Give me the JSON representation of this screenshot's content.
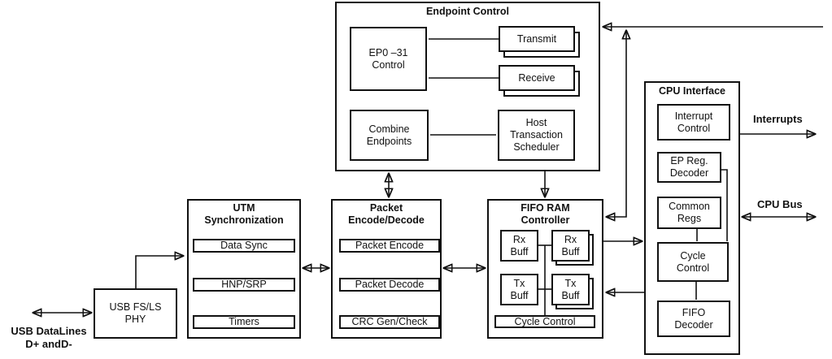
{
  "colors": {
    "ink": "#111111",
    "background": "#ffffff"
  },
  "blocks": {
    "endpoint_control": {
      "title": "Endpoint Control",
      "ep0_control": "EP0 –31\nControl",
      "transmit": "Transmit",
      "receive": "Receive",
      "combine_endpoints": "Combine\nEndpoints",
      "host_transaction_scheduler": "Host\nTransaction\nScheduler"
    },
    "cpu_interface": {
      "title": "CPU Interface",
      "interrupt_control": "Interrupt\nControl",
      "ep_reg_decoder": "EP Reg.\nDecoder",
      "common_regs": "Common\nRegs",
      "cycle_control": "Cycle\nControl",
      "fifo_decoder": "FIFO\nDecoder"
    },
    "utm_synchronization": {
      "title": "UTM\nSynchronization",
      "data_sync": "Data Sync",
      "hnp_srp": "HNP/SRP",
      "timers": "Timers"
    },
    "packet_encode_decode": {
      "title": "Packet\nEncode/Decode",
      "packet_encode": "Packet Encode",
      "packet_decode": "Packet Decode",
      "crc_gen_check": "CRC Gen/Check"
    },
    "fifo_ram_controller": {
      "title": "FIFO RAM\nController",
      "rx_buff_a": "Rx\nBuff",
      "rx_buff_b": "Rx\nBuff",
      "tx_buff_a": "Tx\nBuff",
      "tx_buff_b": "Tx\nBuff",
      "cycle_control": "Cycle Control"
    },
    "usb_phy": {
      "title": "USB FS/LS\nPHY"
    }
  },
  "labels": {
    "interrupts": "Interrupts",
    "cpu_bus": "CPU Bus",
    "usb_datalines": "USB DataLines\nD+ andD-"
  }
}
